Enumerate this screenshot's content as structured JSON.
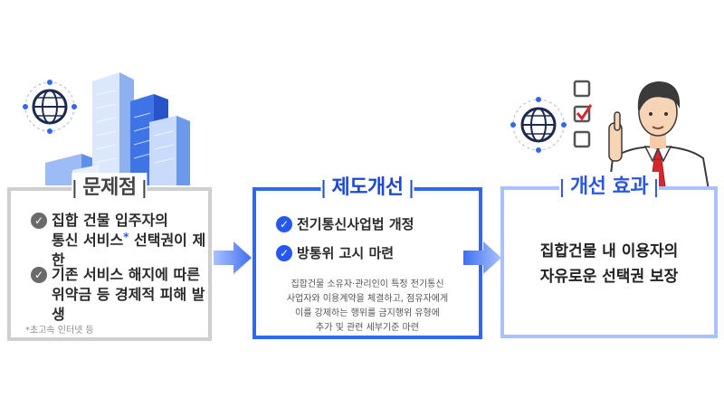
{
  "problem": {
    "title": "문제점",
    "items": [
      {
        "line1": "집합 건물 입주자의",
        "line2": "통신 서비스",
        "mark": "*",
        "line2b": " 선택권이 제한"
      },
      {
        "line1": "기존 서비스 해지에 따른",
        "line2": "위약금 등 경제적 피해 발생"
      }
    ],
    "footnote": "*초고속 인터넷 등"
  },
  "reform": {
    "title": "제도개선",
    "items": [
      {
        "label": "전기통신사업법 개정"
      },
      {
        "label": "방통위 고시 마련"
      }
    ],
    "details": [
      "집합건물 소유자·관리인이 특정 전기통신",
      "사업자와 이용계약을 체결하고, 점유자에게",
      "이를 강제하는 행위를 금지행위 유형에",
      "추가 및 관련 세부기준 마련"
    ]
  },
  "effect": {
    "title": "개선 효과",
    "lines": [
      "집합건물 내 이용자의",
      "자유로운 선택권 보장"
    ]
  },
  "colors": {
    "problem_border": "#cfcfcf",
    "reform_border": "#2f66f2",
    "effect_border": "#a9c2ff",
    "check_blue": "#2458ee",
    "check_gray": "#6a6a6a",
    "arrow_blue": "#3f6ff0",
    "checkbox_red": "#d8262e"
  },
  "icons": {
    "globe": "globe-icon",
    "buildings": "buildings-illustration",
    "person": "person-illustration",
    "checkbox": "checkbox-icon",
    "check": "check-circle-icon",
    "arrow": "arrow-right-icon"
  }
}
